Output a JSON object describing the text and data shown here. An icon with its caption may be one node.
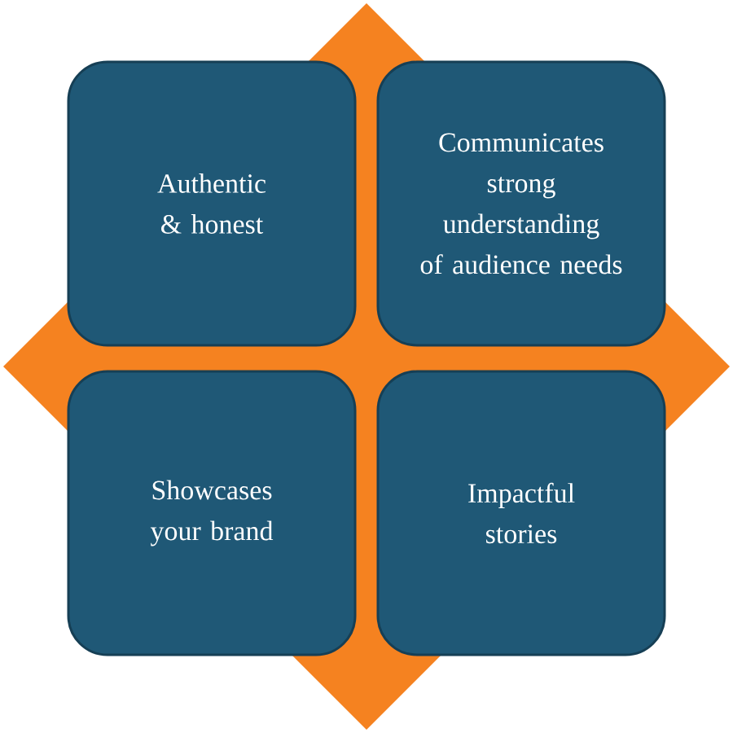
{
  "diagram": {
    "nodes": [
      {
        "text": [
          "Authentic & honest"
        ]
      },
      {
        "text": [
          "Communicates strong understanding of audience needs"
        ]
      },
      {
        "text": [
          "Showcases your brand"
        ]
      },
      {
        "text": [
          "Impactful stories"
        ]
      }
    ]
  }
}
